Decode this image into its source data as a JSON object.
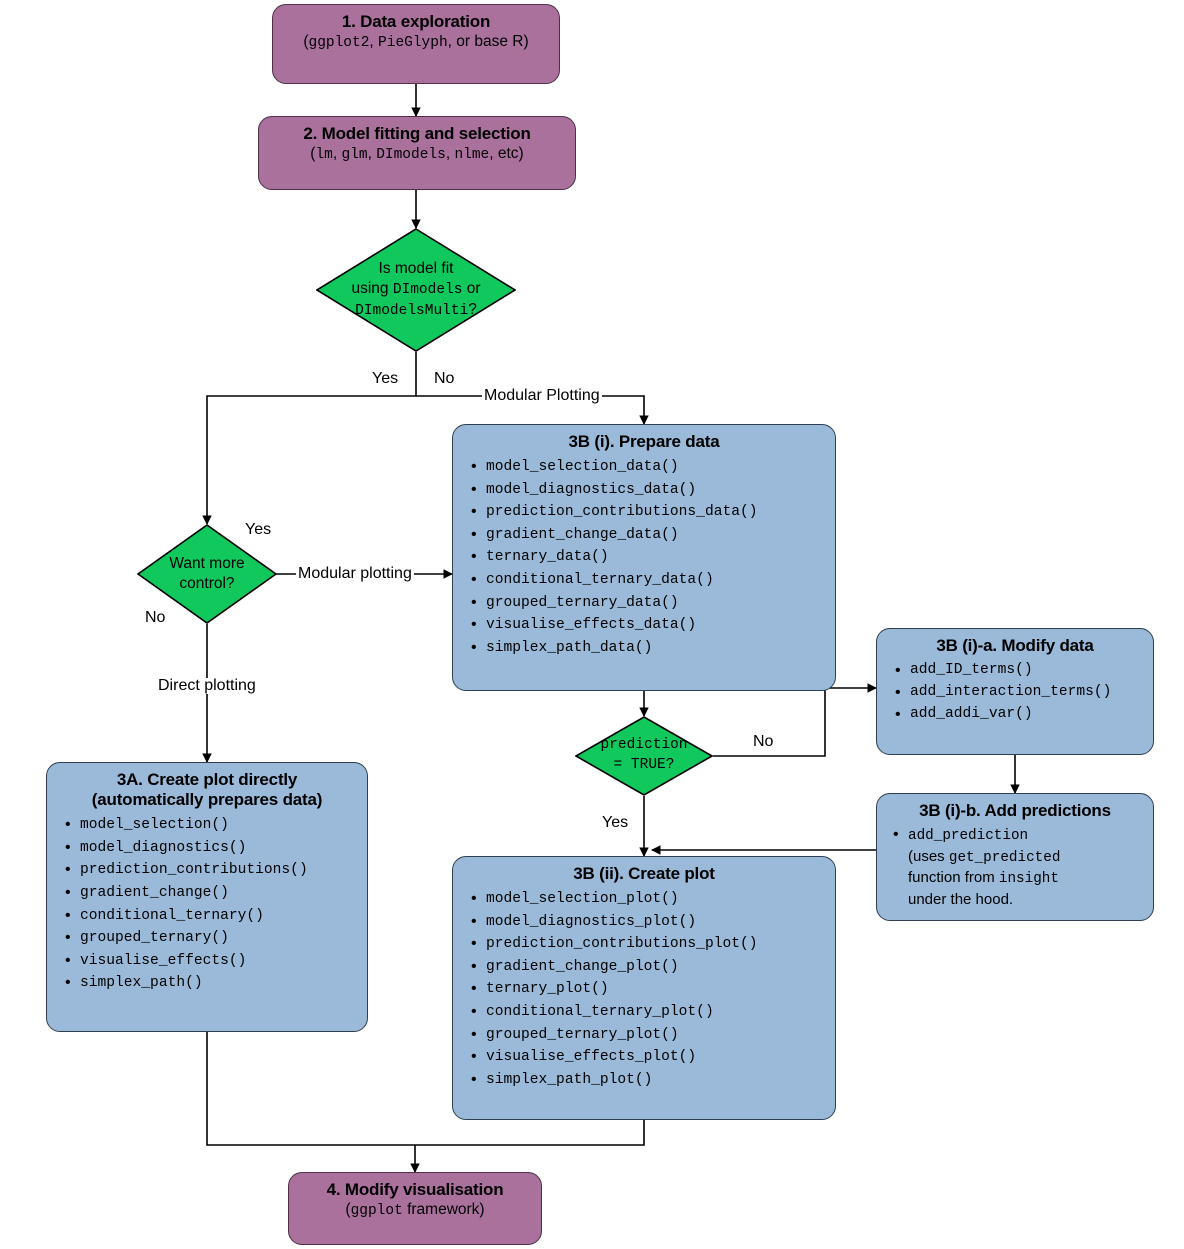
{
  "diagram": {
    "title": "DImodelsVis workflow flowchart",
    "colors": {
      "purple": "#a9719c",
      "blue": "#9bbad9",
      "green": "#10c85c",
      "edge": "#000000"
    }
  },
  "nodes": {
    "step1": {
      "title": "1. Data exploration",
      "sub_open": "(",
      "sub_mono1": "ggplot2",
      "sub_t1": ", ",
      "sub_mono2": "PieGlyph",
      "sub_t2": ", or base R)"
    },
    "step2": {
      "title": "2. Model fitting and selection",
      "sub_open": "(",
      "sub_mono1": "lm",
      "sub_t1": ", ",
      "sub_mono2": "glm",
      "sub_t2": ", ",
      "sub_mono3": "DImodels",
      "sub_t3": ", ",
      "sub_mono4": "nlme",
      "sub_t4": ", etc)"
    },
    "decision1": {
      "line1": "Is model fit",
      "line2_a": "using ",
      "line2_mono": "DImodels",
      "line2_b": " or",
      "line3_mono": "DImodelsMulti",
      "line3_b": "?"
    },
    "decision2": {
      "line1": "Want more",
      "line2": "control?"
    },
    "decision3": {
      "line1": "prediction",
      "line2": "= TRUE?"
    },
    "step3a": {
      "title_line1": "3A. Create plot directly",
      "title_line2": "(automatically prepares data)",
      "items": [
        "model_selection()",
        "model_diagnostics()",
        "prediction_contributions()",
        "gradient_change()",
        "conditional_ternary()",
        "grouped_ternary()",
        "visualise_effects()",
        "simplex_path()"
      ]
    },
    "step3bi": {
      "title": "3B (i). Prepare data",
      "items": [
        "model_selection_data()",
        "model_diagnostics_data()",
        "prediction_contributions_data()",
        "gradient_change_data()",
        "ternary_data()",
        "conditional_ternary_data()",
        "grouped_ternary_data()",
        "visualise_effects_data()",
        "simplex_path_data()"
      ]
    },
    "step3bia": {
      "title": "3B (i)-a. Modify data",
      "items": [
        "add_ID_terms()",
        "add_interaction_terms()",
        "add_addi_var()"
      ]
    },
    "step3bib": {
      "title": "3B (i)-b. Add predictions",
      "item_mono1": "add_prediction",
      "item_t1": "(uses ",
      "item_mono2": "get_predicted",
      "item_t2": "function from ",
      "item_mono3": "insight",
      "item_t3": "under the hood."
    },
    "step3bii": {
      "title": "3B (ii). Create plot",
      "items": [
        "model_selection_plot()",
        "model_diagnostics_plot()",
        "prediction_contributions_plot()",
        "gradient_change_plot()",
        "ternary_plot()",
        "conditional_ternary_plot()",
        "grouped_ternary_plot()",
        "visualise_effects_plot()",
        "simplex_path_plot()"
      ]
    },
    "step4": {
      "title": "4. Modify visualisation",
      "sub_open": "(",
      "sub_mono1": "ggplot",
      "sub_t1": " framework)"
    }
  },
  "edge_labels": {
    "d1_yes": "Yes",
    "d1_no": "No",
    "modular_plotting_cap": "Modular Plotting",
    "d2_yes": "Yes",
    "d2_no": "No",
    "modular_plotting": "Modular plotting",
    "direct_plotting": "Direct plotting",
    "d3_no": "No",
    "d3_yes": "Yes"
  }
}
